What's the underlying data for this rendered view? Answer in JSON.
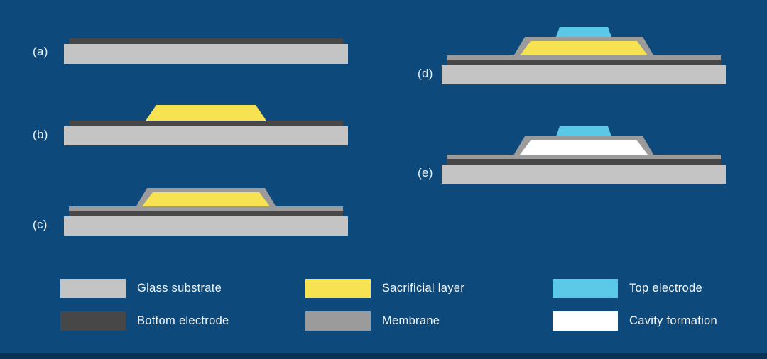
{
  "diagram": {
    "type": "fabrication-process-steps",
    "panels": [
      {
        "label": "(a)",
        "layers": [
          "glass_substrate",
          "bottom_electrode"
        ]
      },
      {
        "label": "(b)",
        "layers": [
          "glass_substrate",
          "bottom_electrode",
          "sacrificial_layer"
        ]
      },
      {
        "label": "(c)",
        "layers": [
          "glass_substrate",
          "bottom_electrode",
          "membrane",
          "sacrificial_layer"
        ]
      },
      {
        "label": "(d)",
        "layers": [
          "glass_substrate",
          "bottom_electrode",
          "membrane",
          "sacrificial_layer",
          "top_electrode"
        ]
      },
      {
        "label": "(e)",
        "layers": [
          "glass_substrate",
          "bottom_electrode",
          "membrane",
          "cavity_formation",
          "top_electrode"
        ]
      }
    ]
  },
  "legend": {
    "items": [
      {
        "label": "Glass substrate",
        "color_key": "glass_substrate"
      },
      {
        "label": "Bottom electrode",
        "color_key": "bottom_electrode"
      },
      {
        "label": "Sacrificial layer",
        "color_key": "sacrificial_layer"
      },
      {
        "label": "Membrane",
        "color_key": "membrane"
      },
      {
        "label": "Top electrode",
        "color_key": "top_electrode"
      },
      {
        "label": "Cavity formation",
        "color_key": "cavity_formation"
      }
    ]
  },
  "colors": {
    "background": "#0D4A7B",
    "footer_bar": "#083356",
    "glass_substrate": "#C4C4C4",
    "bottom_electrode": "#474747",
    "sacrificial_layer": "#F7E351",
    "membrane": "#9B9B9B",
    "top_electrode": "#5CC8E8",
    "cavity_formation": "#FFFFFF"
  }
}
